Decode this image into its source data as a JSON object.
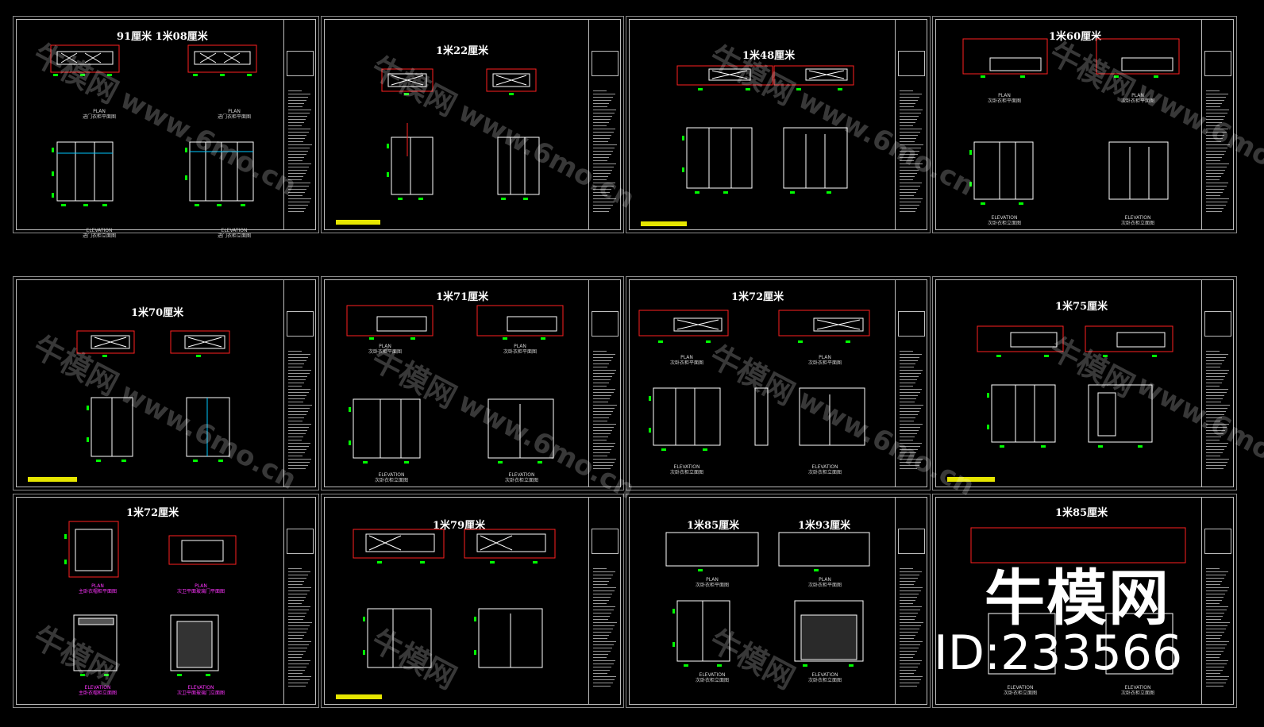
{
  "sheets": [
    {
      "title": "91厘米 1米08厘米"
    },
    {
      "title": "1米22厘米"
    },
    {
      "title": "1米48厘米"
    },
    {
      "title": "1米60厘米"
    },
    {
      "title": "1米70厘米"
    },
    {
      "title": "1米71厘米"
    },
    {
      "title": "1米72厘米"
    },
    {
      "title": "1米75厘米"
    },
    {
      "title": "1米72厘米"
    },
    {
      "title": "1米79厘米"
    },
    {
      "title": "1米85厘米",
      "title2": "1米93厘米"
    },
    {
      "title": "1米85厘米"
    }
  ],
  "captions": {
    "plan": "PLAN",
    "elevation": "ELEVATION",
    "entry_plan": "进门衣柜平面图",
    "entry_elev": "进门衣柜立面图",
    "second_plan": "次卧衣柜平面图",
    "second_elev": "次卧衣柜立面图",
    "master_plan": "主卧衣帽柜平面图",
    "master_elev": "主卧衣帽柜立面图",
    "bath_plan": "次卫平面玻璃门平面图",
    "bath_elev": "次卫平面玻璃门立面图"
  },
  "watermark": {
    "cn": "牛模网",
    "url": "www.6mo.cn",
    "logo": "牛模网",
    "id": "ID:233566"
  },
  "colors": {
    "background": "#000000",
    "frame": "#bdbdbd",
    "walls": "#ff2020",
    "dimensions": "#00ff00",
    "cabinet": "#ffffff",
    "glass": "#00c8ff",
    "magenta": "#ff33ff",
    "scale_note": "#e6e600"
  }
}
